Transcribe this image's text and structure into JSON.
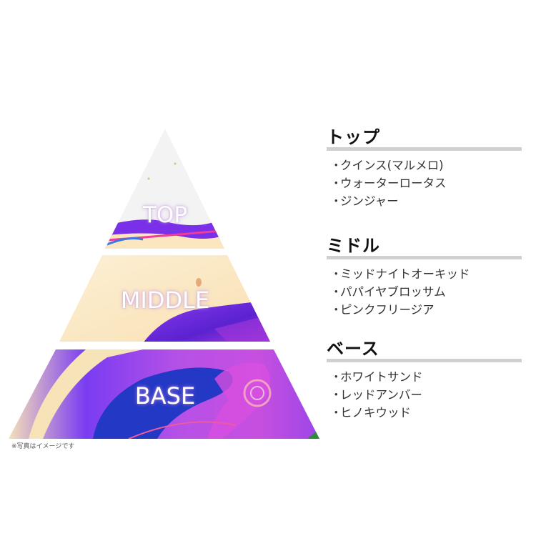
{
  "pyramid": {
    "tiers": [
      {
        "label": "TOP"
      },
      {
        "label": "MIDDLE"
      },
      {
        "label": "BASE"
      }
    ],
    "note": "※写真はイメージです",
    "colors": {
      "cream": "#fbe8c4",
      "violet": "#6a2bd9",
      "magenta": "#c93ee0",
      "blue": "#2233c8",
      "pink": "#ea3b9a",
      "top_white": "#f3f3f3"
    }
  },
  "notes": {
    "top": {
      "heading": "トップ",
      "items": [
        "クインス(マルメロ)",
        "ウォーターロータス",
        "ジンジャー"
      ]
    },
    "middle": {
      "heading": "ミドル",
      "items": [
        "ミッドナイトオーキッド",
        "パパイヤブロッサム",
        "ピンクフリージア"
      ]
    },
    "base": {
      "heading": "ベース",
      "items": [
        "ホワイトサンド",
        "レッドアンバー",
        "ヒノキウッド"
      ]
    },
    "bullet": "・",
    "rule_color": "#d0d0d0"
  }
}
